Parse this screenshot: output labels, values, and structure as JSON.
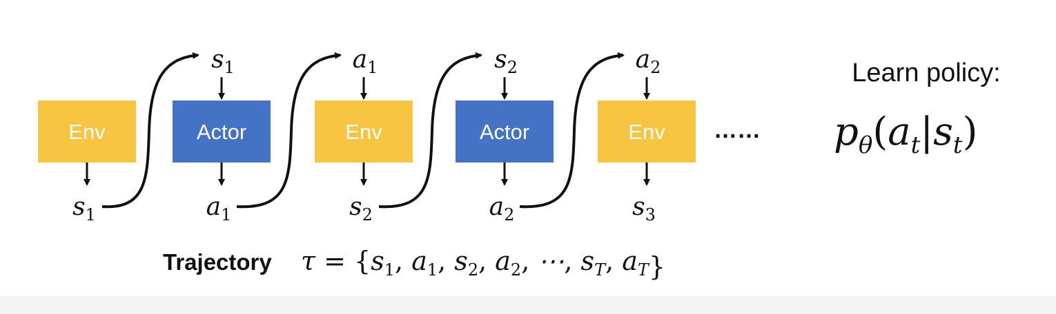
{
  "colors": {
    "env_box": "#F7C542",
    "actor_box": "#4472C4",
    "arrow": "#111111"
  },
  "boxes": [
    {
      "id": "env1",
      "type": "env",
      "label": "Env"
    },
    {
      "id": "actor1",
      "type": "actor",
      "label": "Actor"
    },
    {
      "id": "env2",
      "type": "env",
      "label": "Env"
    },
    {
      "id": "actor2",
      "type": "actor",
      "label": "Actor"
    },
    {
      "id": "env3",
      "type": "env",
      "label": "Env"
    }
  ],
  "outputs": [
    {
      "var": "s",
      "sub": "1"
    },
    {
      "var": "a",
      "sub": "1"
    },
    {
      "var": "s",
      "sub": "2"
    },
    {
      "var": "a",
      "sub": "2"
    },
    {
      "var": "s",
      "sub": "3"
    }
  ],
  "inputs": [
    {
      "var": "s",
      "sub": "1"
    },
    {
      "var": "a",
      "sub": "1"
    },
    {
      "var": "s",
      "sub": "2"
    },
    {
      "var": "a",
      "sub": "2"
    }
  ],
  "ellipsis": "……",
  "policy": {
    "label": "Learn policy:",
    "formula": {
      "p": "p",
      "theta": "θ",
      "open": "(",
      "a": "a",
      "t1": "t",
      "bar": "|",
      "s": "s",
      "t2": "t",
      "close": ")"
    }
  },
  "trajectory": {
    "label": "Trajectory",
    "tau": "τ",
    "eq": "=",
    "open": "{",
    "items": [
      {
        "var": "s",
        "sub": "1"
      },
      {
        "var": "a",
        "sub": "1"
      },
      {
        "var": "s",
        "sub": "2"
      },
      {
        "var": "a",
        "sub": "2"
      },
      {
        "var": "⋯",
        "sub": ""
      },
      {
        "var": "s",
        "sub": "T"
      },
      {
        "var": "a",
        "sub": "T"
      }
    ],
    "close": "}"
  }
}
